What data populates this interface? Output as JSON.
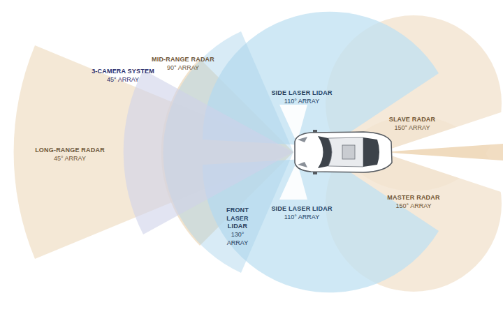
{
  "diagram": {
    "nodes": [
      {
        "text": [
          "MID-RANGE RADAR",
          "90° ARRAY"
        ]
      },
      {
        "text": [
          "3-CAMERA SYSTEM",
          "45° ARRAY"
        ]
      },
      {
        "text": [
          "SIDE LASER LIDAR",
          "110° ARRAY"
        ]
      },
      {
        "text": [
          "SLAVE RADAR",
          "150° ARRAY"
        ]
      },
      {
        "text": [
          "LONG-RANGE RADAR",
          "45° ARRAY"
        ]
      },
      {
        "text": [
          "FRONT LASER LIDAR",
          "130° ARRAY"
        ]
      },
      {
        "text": [
          "SIDE LASER LIDAR",
          "110° ARRAY"
        ]
      },
      {
        "text": [
          "MASTER RADAR",
          "150° ARRAY"
        ]
      }
    ]
  }
}
